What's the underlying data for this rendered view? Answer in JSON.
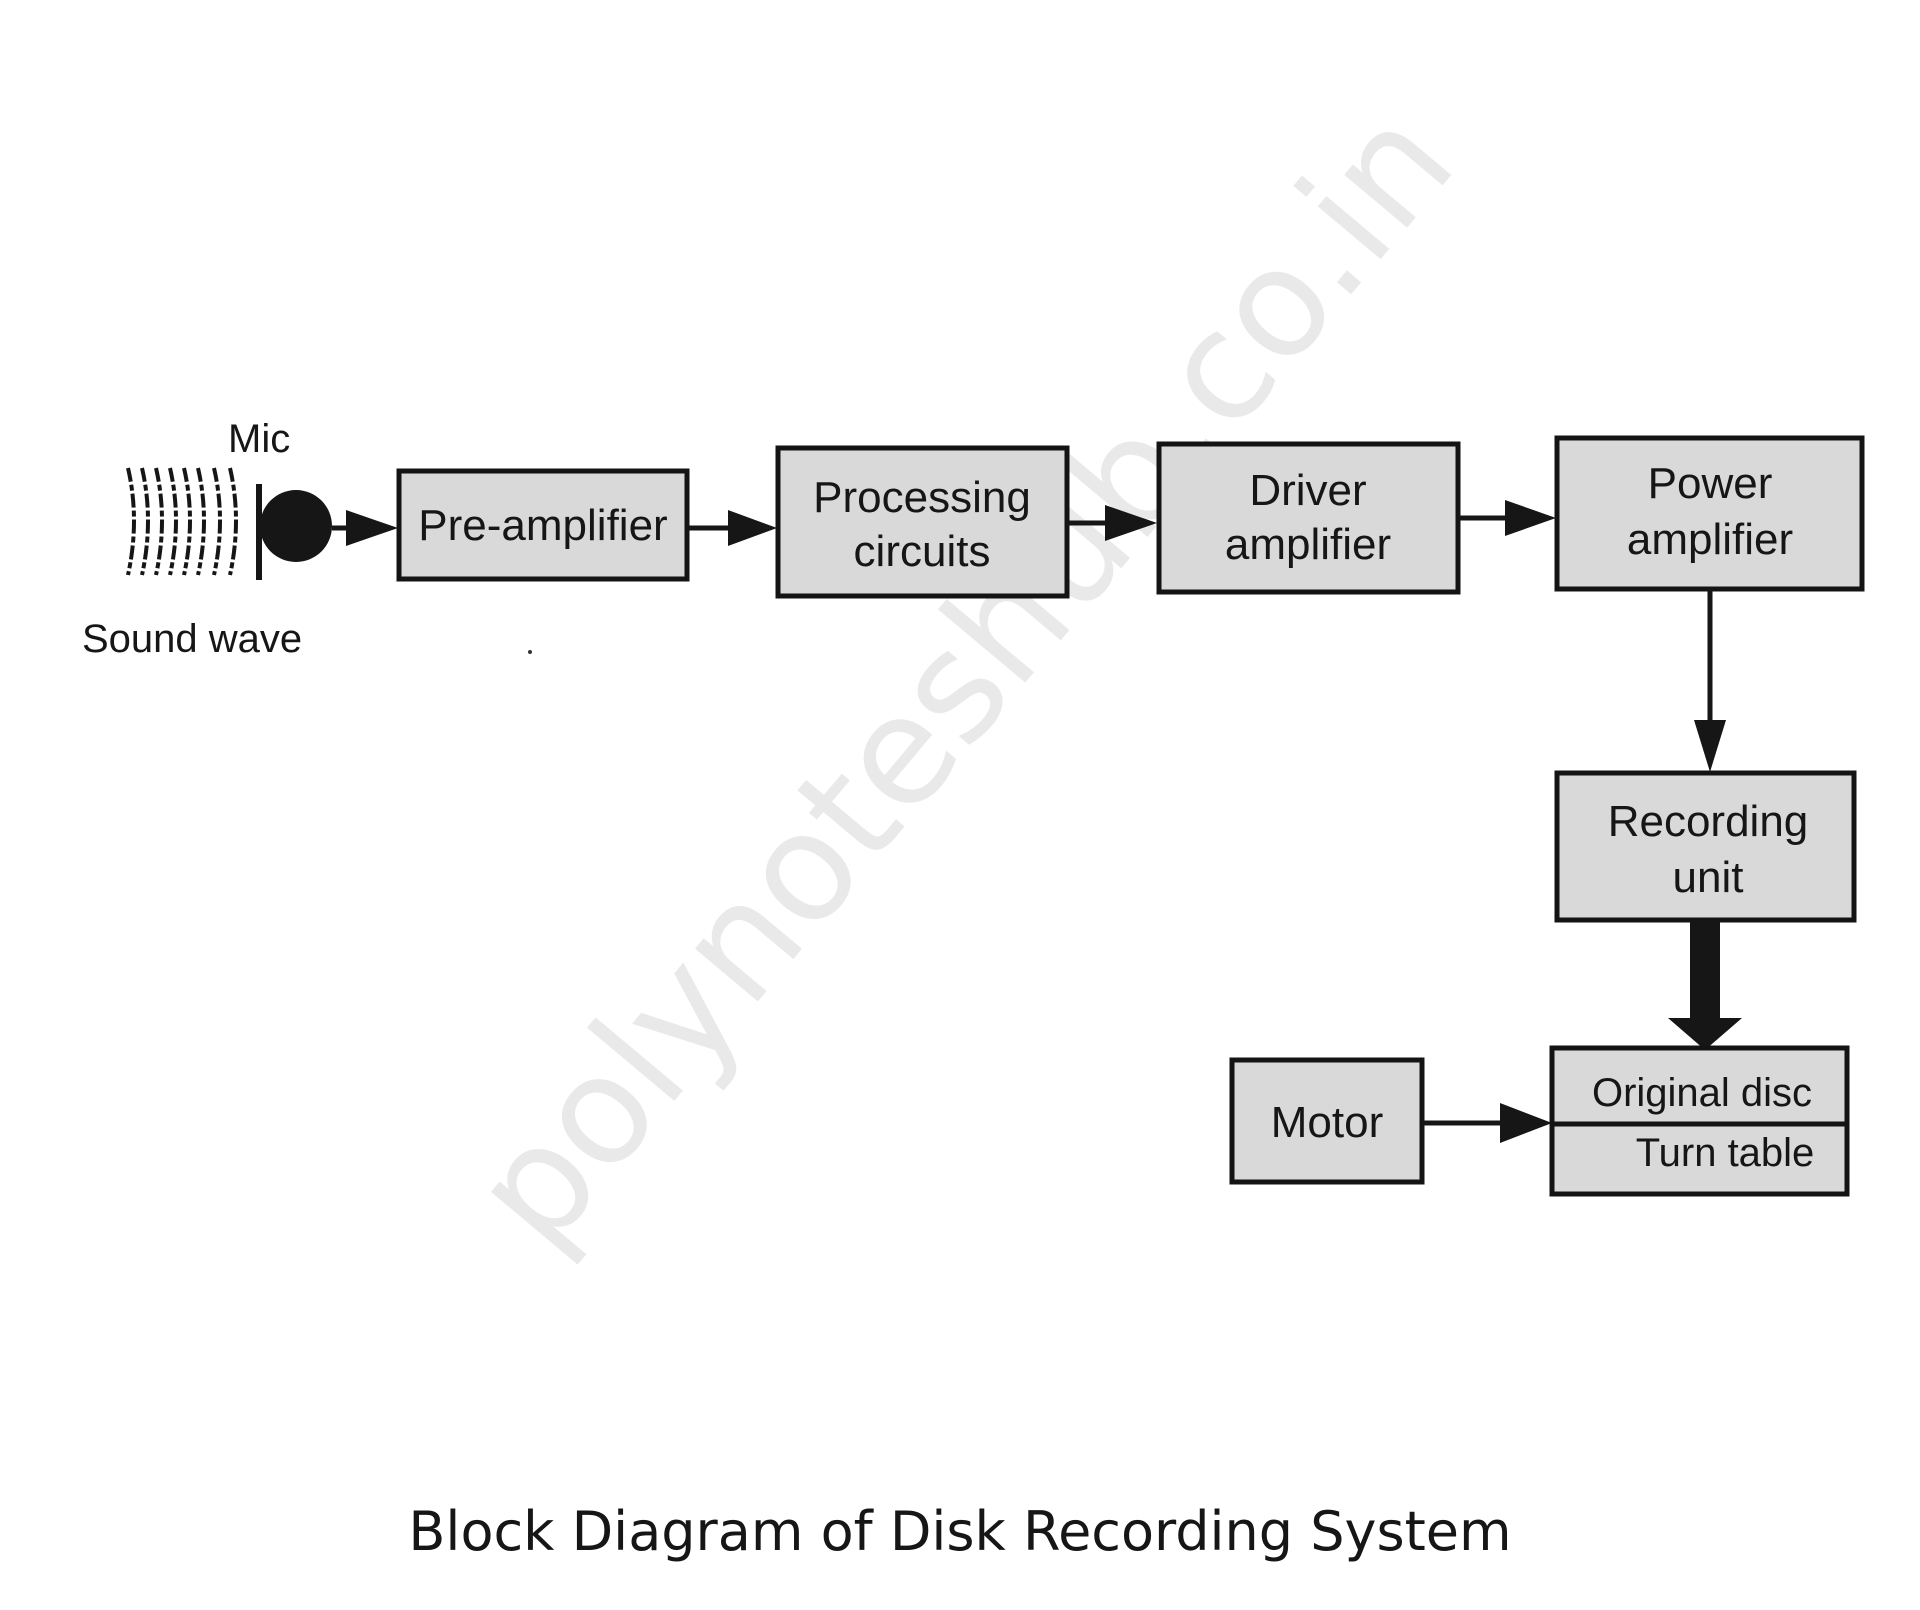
{
  "watermark": "polynoteshub.co.in",
  "labels": {
    "mic": "Mic",
    "sound_wave": "Sound wave"
  },
  "blocks": {
    "pre_amplifier": [
      "Pre-amplifier"
    ],
    "processing_circuits": [
      "Processing",
      "circuits"
    ],
    "driver_amplifier": [
      "Driver",
      "amplifier"
    ],
    "power_amplifier": [
      "Power",
      "amplifier"
    ],
    "recording_unit": [
      "Recording",
      "unit"
    ],
    "motor": [
      "Motor"
    ],
    "original_disc": [
      "Original disc"
    ],
    "turn_table": [
      "Turn table"
    ]
  },
  "flow": [
    [
      "Mic",
      "Pre-amplifier"
    ],
    [
      "Pre-amplifier",
      "Processing circuits"
    ],
    [
      "Processing circuits",
      "Driver amplifier"
    ],
    [
      "Driver amplifier",
      "Power amplifier"
    ],
    [
      "Power amplifier",
      "Recording unit"
    ],
    [
      "Recording unit",
      "Original disc"
    ],
    [
      "Motor",
      "Turn table"
    ]
  ],
  "caption": "Block Diagram of Disk Recording System"
}
